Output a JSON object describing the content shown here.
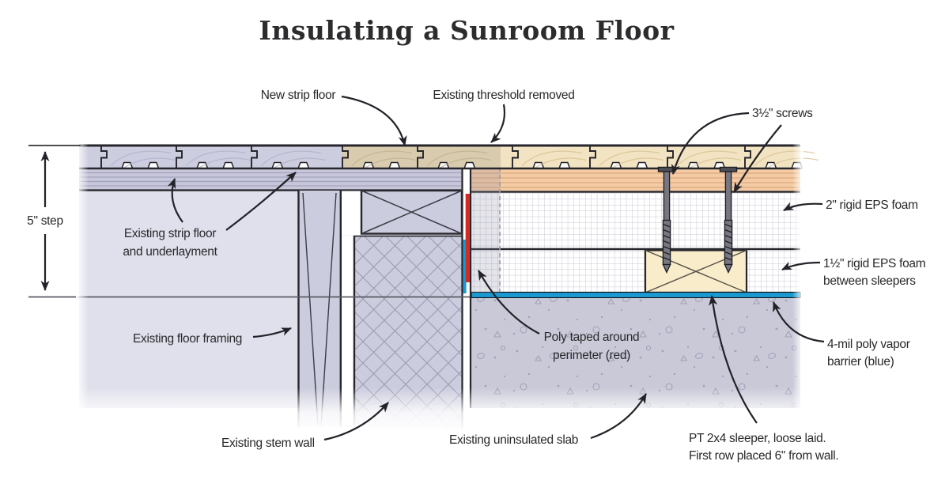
{
  "title": "Insulating a Sunroom Floor",
  "colors": {
    "outline": "#26262c",
    "poly_red": "#d32a24",
    "vapor_blue": "#1b9ad1",
    "existing_wood": "#cdcde0",
    "existing_wood_grain": "#b2b2cc",
    "transition_wood": "#d9ccae",
    "transition_wood_grain": "#bfb191",
    "new_wood": "#f2e3c2",
    "new_wood_grain": "#d9c394",
    "subfloor": "#f4cba5",
    "subfloor_line": "#dca87e",
    "underlayment": "#c7c7d9",
    "underlayment_line": "#a3a3c0",
    "framing": "#cbccdd",
    "framing_bg": "#e0e0ec",
    "slab": "#c9c9d8",
    "sleeper": "#f8ecca",
    "label_text": "#29292c"
  },
  "labels": {
    "step": "5\" step",
    "new_strip_floor": "New strip floor",
    "threshold_removed": "Existing threshold removed",
    "screws": "3½\" screws",
    "eps_2in": "2\" rigid EPS foam",
    "eps_15_line1": "1½\" rigid EPS foam",
    "eps_15_line2": "between sleepers",
    "existing_strip_line1": "Existing strip floor",
    "existing_strip_line2": "and underlayment",
    "floor_framing": "Existing floor framing",
    "poly_line1": "Poly taped around",
    "poly_line2": "perimeter (red)",
    "vapor_line1": "4-mil poly vapor",
    "vapor_line2": "barrier (blue)",
    "stem_wall": "Existing stem wall",
    "uninsulated_slab": "Existing uninsulated slab",
    "sleeper_line1": "PT 2x4 sleeper, loose laid.",
    "sleeper_line2": "First row placed 6\" from wall."
  }
}
